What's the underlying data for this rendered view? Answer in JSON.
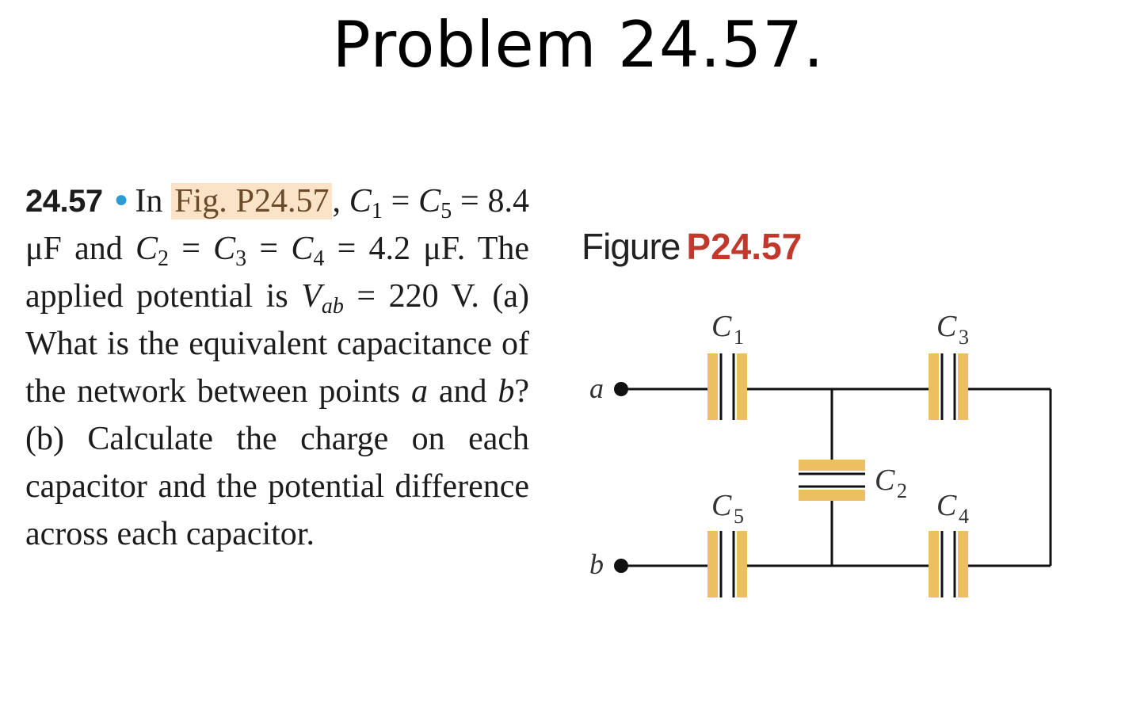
{
  "title": "Problem 24.57.",
  "problem": {
    "number": "24.57",
    "intro": "In",
    "figure_ref": "Fig. P24.57",
    "comma": ",",
    "c1": "C",
    "c1_sub": "1",
    "eq1": " = ",
    "c5": "C",
    "c5_sub": "5",
    "val1": " = 8.4 μF and ",
    "c2": "C",
    "c2_sub": "2",
    "eq2": " = ",
    "c3": "C",
    "c3_sub": "3",
    "eq3": " = ",
    "c4": "C",
    "c4_sub": "4",
    "val2": " = 4.2 μF. The applied potential is ",
    "v": "V",
    "v_sub": "ab",
    "val3": " = 220 V. (a) What is the equivalent capacitance of the network between points ",
    "point_a": "a",
    "and_text": " and ",
    "point_b": "b",
    "rest": "? (b) Calculate the charge on each capacitor and the potential difference across each capacitor."
  },
  "figure": {
    "label": "Figure",
    "number": "P24.57",
    "terminal_a": "a",
    "terminal_b": "b",
    "capacitors": [
      {
        "letter": "C",
        "sub": "1"
      },
      {
        "letter": "C",
        "sub": "3"
      },
      {
        "letter": "C",
        "sub": "2"
      },
      {
        "letter": "C",
        "sub": "5"
      },
      {
        "letter": "C",
        "sub": "4"
      }
    ],
    "colors": {
      "plate_fill": "#ecc061",
      "wire": "#111111",
      "figure_number": "#c0392b",
      "highlight": "#fbe3c8",
      "bullet": "#2a9bd6"
    }
  }
}
